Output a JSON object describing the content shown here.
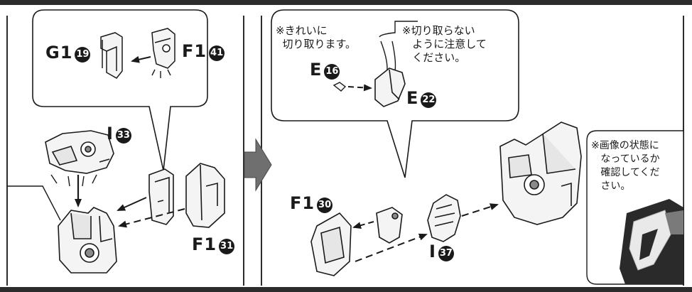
{
  "panel1": {
    "callout_parts": [
      {
        "id": "G1",
        "num": "19"
      },
      {
        "id": "F1",
        "num": "41"
      }
    ],
    "main_parts": [
      {
        "id": "I",
        "num": "33"
      },
      {
        "id": "F1",
        "num": "31"
      }
    ]
  },
  "panel2": {
    "note_left": "※きれいに\n  切り取ります。",
    "note_right": "※切り取らない\n   ように注意して\n   ください。",
    "callout_parts": [
      {
        "id": "E",
        "num": "16"
      },
      {
        "id": "E",
        "num": "22"
      }
    ],
    "main_parts": [
      {
        "id": "F1",
        "num": "30"
      },
      {
        "id": "I",
        "num": "37"
      }
    ]
  },
  "panel3": {
    "note": "※画像の状態に\n   なっているか\n   確認してくだ\n   さい。"
  },
  "colors": {
    "ink": "#1a1a1a",
    "frame": "#2c2c2c",
    "part_fill": "#f4f4f4",
    "shade": "#8a8a8a"
  }
}
